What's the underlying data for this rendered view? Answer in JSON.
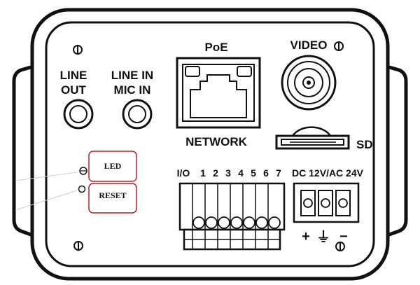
{
  "labels": {
    "line_out_1": "LINE",
    "line_out_2": "OUT",
    "line_in_1": "LINE IN",
    "line_in_2": "MIC IN",
    "poe": "PoE",
    "video": "VIDEO",
    "network": "NETWORK",
    "sd": "SD",
    "led": "LED",
    "reset": "RESET",
    "io": "I/O",
    "io_pins": [
      "1",
      "2",
      "3",
      "4",
      "5",
      "6",
      "7"
    ],
    "power": "DC 12V/AC 24V",
    "plus": "+",
    "ground": "⏚",
    "minus": "−"
  },
  "colors": {
    "outline": "#111111",
    "highlight": "#b22222"
  }
}
